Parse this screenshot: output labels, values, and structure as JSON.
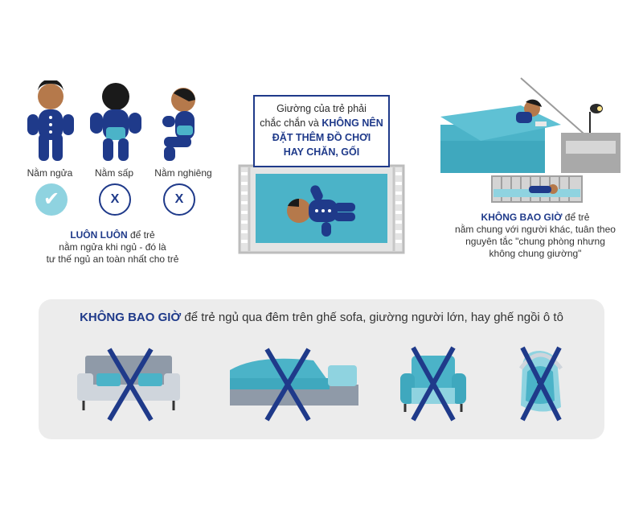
{
  "positions": {
    "back": {
      "label": "Nằm ngửa",
      "check": "✔"
    },
    "stomach": {
      "label": "Nằm sấp",
      "mark": "X"
    },
    "side": {
      "label": "Nằm nghiêng",
      "mark": "X"
    },
    "caption": {
      "highlight": "LUÔN LUÔN",
      "line1_rest": " để trẻ",
      "line2": "nằm ngửa khi ngủ - đó là",
      "line3": "tư thế ngủ an toàn nhất cho trẻ"
    }
  },
  "crib": {
    "line1": "Giường của trẻ phải",
    "line2_plain": "chắc chắn và ",
    "line2_highlight": "KHÔNG NÊN",
    "line3": "ĐẶT THÊM ĐỒ CHƠI",
    "line4": "HAY CHĂN, GỐI"
  },
  "cosleep": {
    "highlight": "KHÔNG BAO GIỜ",
    "line1_rest": " để trẻ",
    "line2": "nằm chung với người khác, tuân theo",
    "line3": "nguyên tắc \"chung phòng nhưng",
    "line4": "không chung giường\""
  },
  "bottom": {
    "highlight": "KHÔNG BAO GIỜ",
    "rest": " để trẻ ngủ qua đêm trên ghế sofa, giường người lớn, hay ghế ngồi ô tô",
    "items": [
      "sofa-icon",
      "adult-bed-icon",
      "armchair-icon",
      "car-seat-icon"
    ]
  },
  "colors": {
    "navy": "#1f3a8a",
    "teal": "#4bb3c8",
    "teal_light": "#8fd3e0",
    "skin": "#b5794b",
    "gray_panel": "#ececec"
  }
}
